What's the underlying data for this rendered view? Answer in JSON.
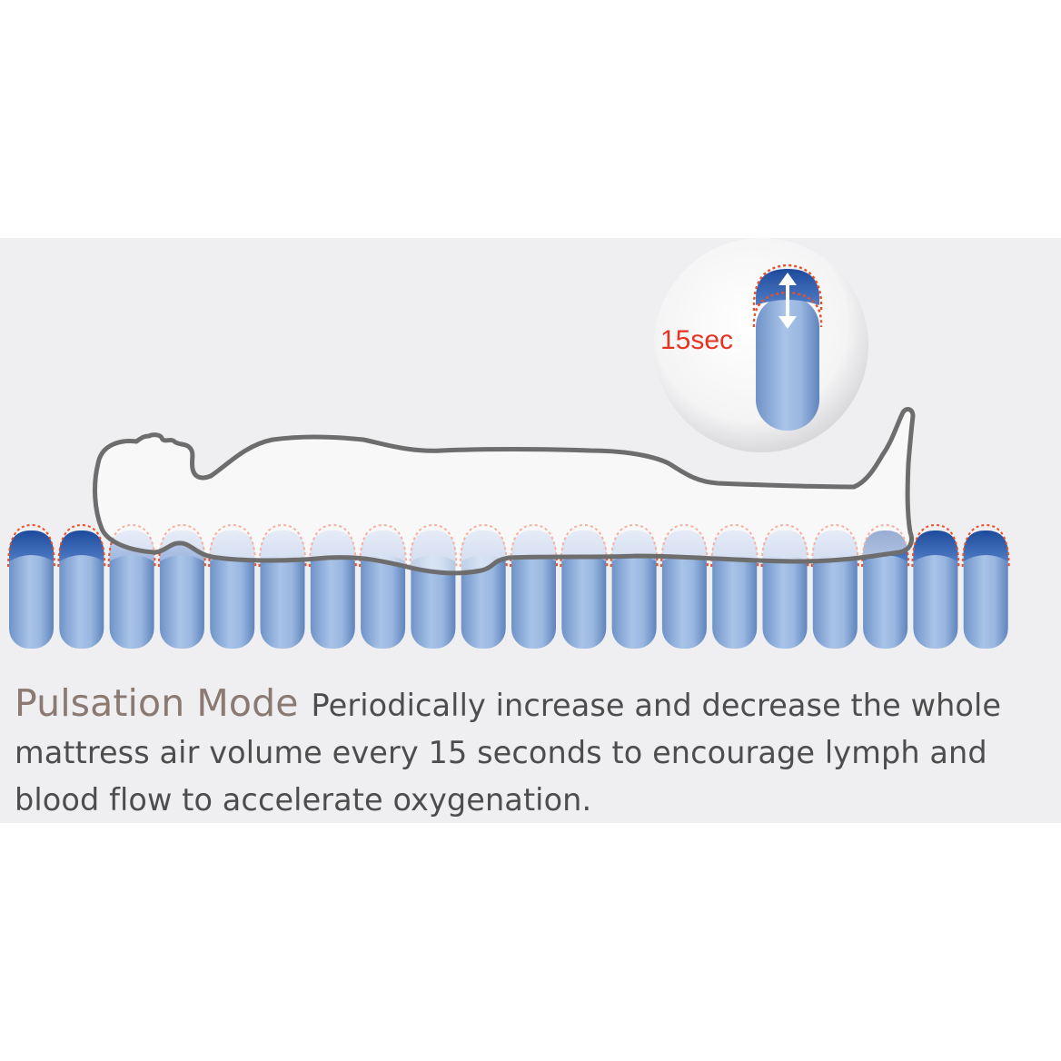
{
  "diagram": {
    "cell_count": 20,
    "timer_label": "15sec",
    "colors": {
      "background": "#efeff1",
      "cell_blue": "#8fb0dc",
      "cell_top_dark": "#2a56a8",
      "inflation_outline": "#e8502a",
      "body_outline": "#6d6d6d",
      "timer_text": "#e63322",
      "mode_title": "#8a7a72",
      "caption_text": "#4d4d4d"
    },
    "icons": [
      "human-body-outline",
      "double-arrow-icon",
      "air-cell"
    ]
  },
  "caption": {
    "title": "Pulsation Mode",
    "line1": "Periodically increase and decrease the whole",
    "line2": "mattress air volume every 15 seconds to encourage lymph and",
    "line3": "blood flow to accelerate oxygenation."
  }
}
